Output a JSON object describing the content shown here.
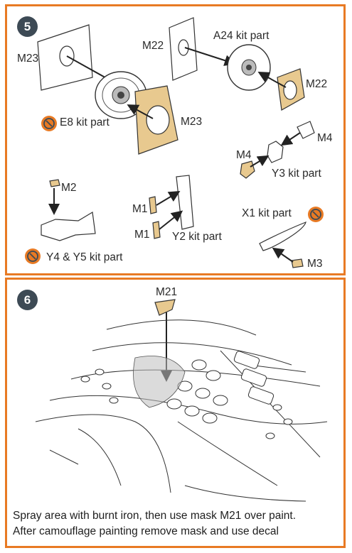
{
  "step5": {
    "number": "5",
    "labels": {
      "m23_left": "M23",
      "m22_top": "M22",
      "a24": "A24 kit part",
      "m22_right": "M22",
      "e8": "E8 kit part",
      "m23_right": "M23",
      "m4_right": "M4",
      "m4_left": "M4",
      "y3": "Y3 kit part",
      "m2": "M2",
      "m1_top": "M1",
      "m1_bottom": "M1",
      "y2": "Y2 kit part",
      "x1": "X1 kit part",
      "y4y5": "Y4 & Y5 kit part",
      "m3": "M3"
    },
    "icons": [
      "remove-part-icon"
    ]
  },
  "step6": {
    "number": "6",
    "labels": {
      "m21": "M21"
    },
    "caption_line1": "Spray area with burnt iron, then use mask M21 over paint.",
    "caption_line2": "After camouflage painting remove mask and use decal"
  },
  "colors": {
    "frame": "#e87a24",
    "badge": "#3d4a55",
    "mask": "#e8c98f"
  }
}
